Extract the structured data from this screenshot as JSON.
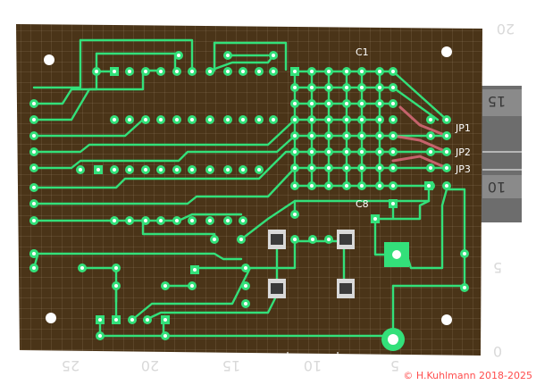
{
  "labels": {
    "c1": "C1",
    "c8": "C8",
    "jp1": "JP1",
    "jp2": "JP2",
    "jp3": "JP3"
  },
  "scale": {
    "top_right": "20",
    "right_15": "15",
    "right_10": "10",
    "right_5": "5",
    "right_0": "0",
    "bottom_25": "25",
    "bottom_20": "20",
    "bottom_15": "15",
    "bottom_10": "10",
    "bottom_5": "5"
  },
  "copyright": "© H.Kuhlmann 2018-2025",
  "colors": {
    "board": "#4a3418",
    "grid": "#b9a98f",
    "copper": "#33e07a",
    "pad": "#ffffff",
    "jumper": "#d96b7a",
    "header_body": "#5a5a5a",
    "copyright": "#ff4d4d"
  }
}
